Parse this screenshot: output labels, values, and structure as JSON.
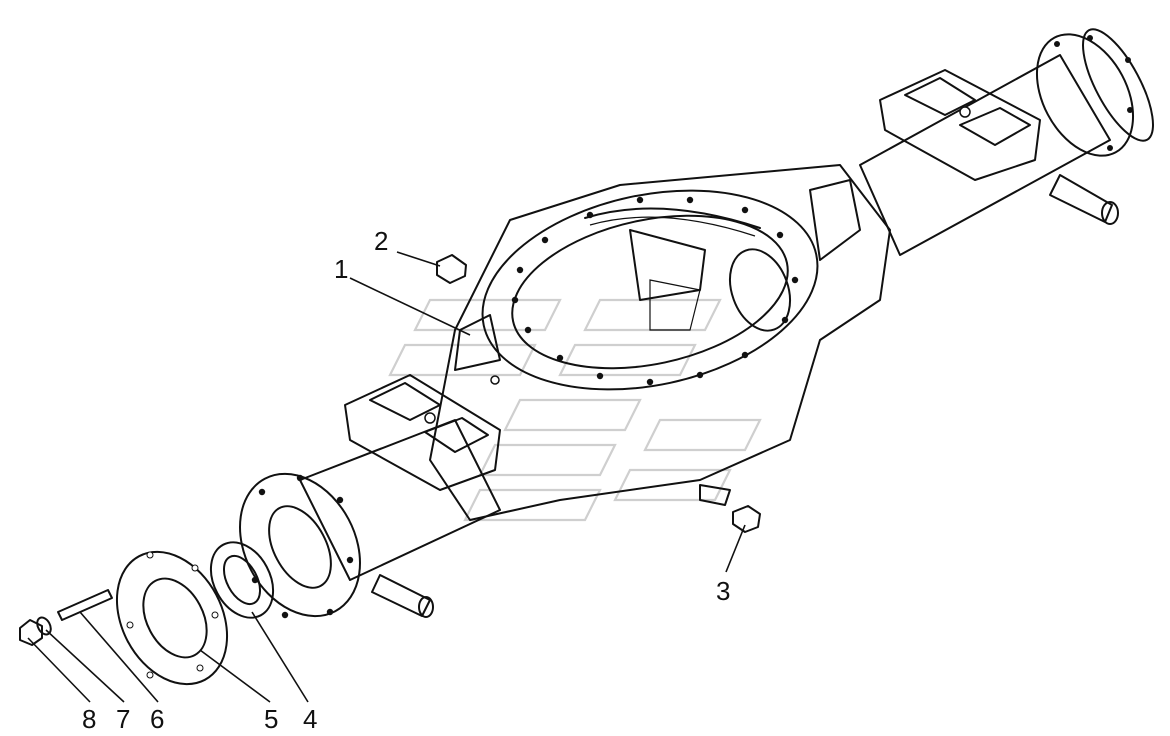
{
  "callouts": [
    {
      "id": "1",
      "label": "1"
    },
    {
      "id": "2",
      "label": "2"
    },
    {
      "id": "3",
      "label": "3"
    },
    {
      "id": "4",
      "label": "4"
    },
    {
      "id": "5",
      "label": "5"
    },
    {
      "id": "6",
      "label": "6"
    },
    {
      "id": "7",
      "label": "7"
    },
    {
      "id": "8",
      "label": "8"
    }
  ],
  "colors": {
    "ink": "#111111",
    "stipple": "#6b6b6b",
    "background": "#ffffff",
    "watermark": "#cfcfcf"
  }
}
